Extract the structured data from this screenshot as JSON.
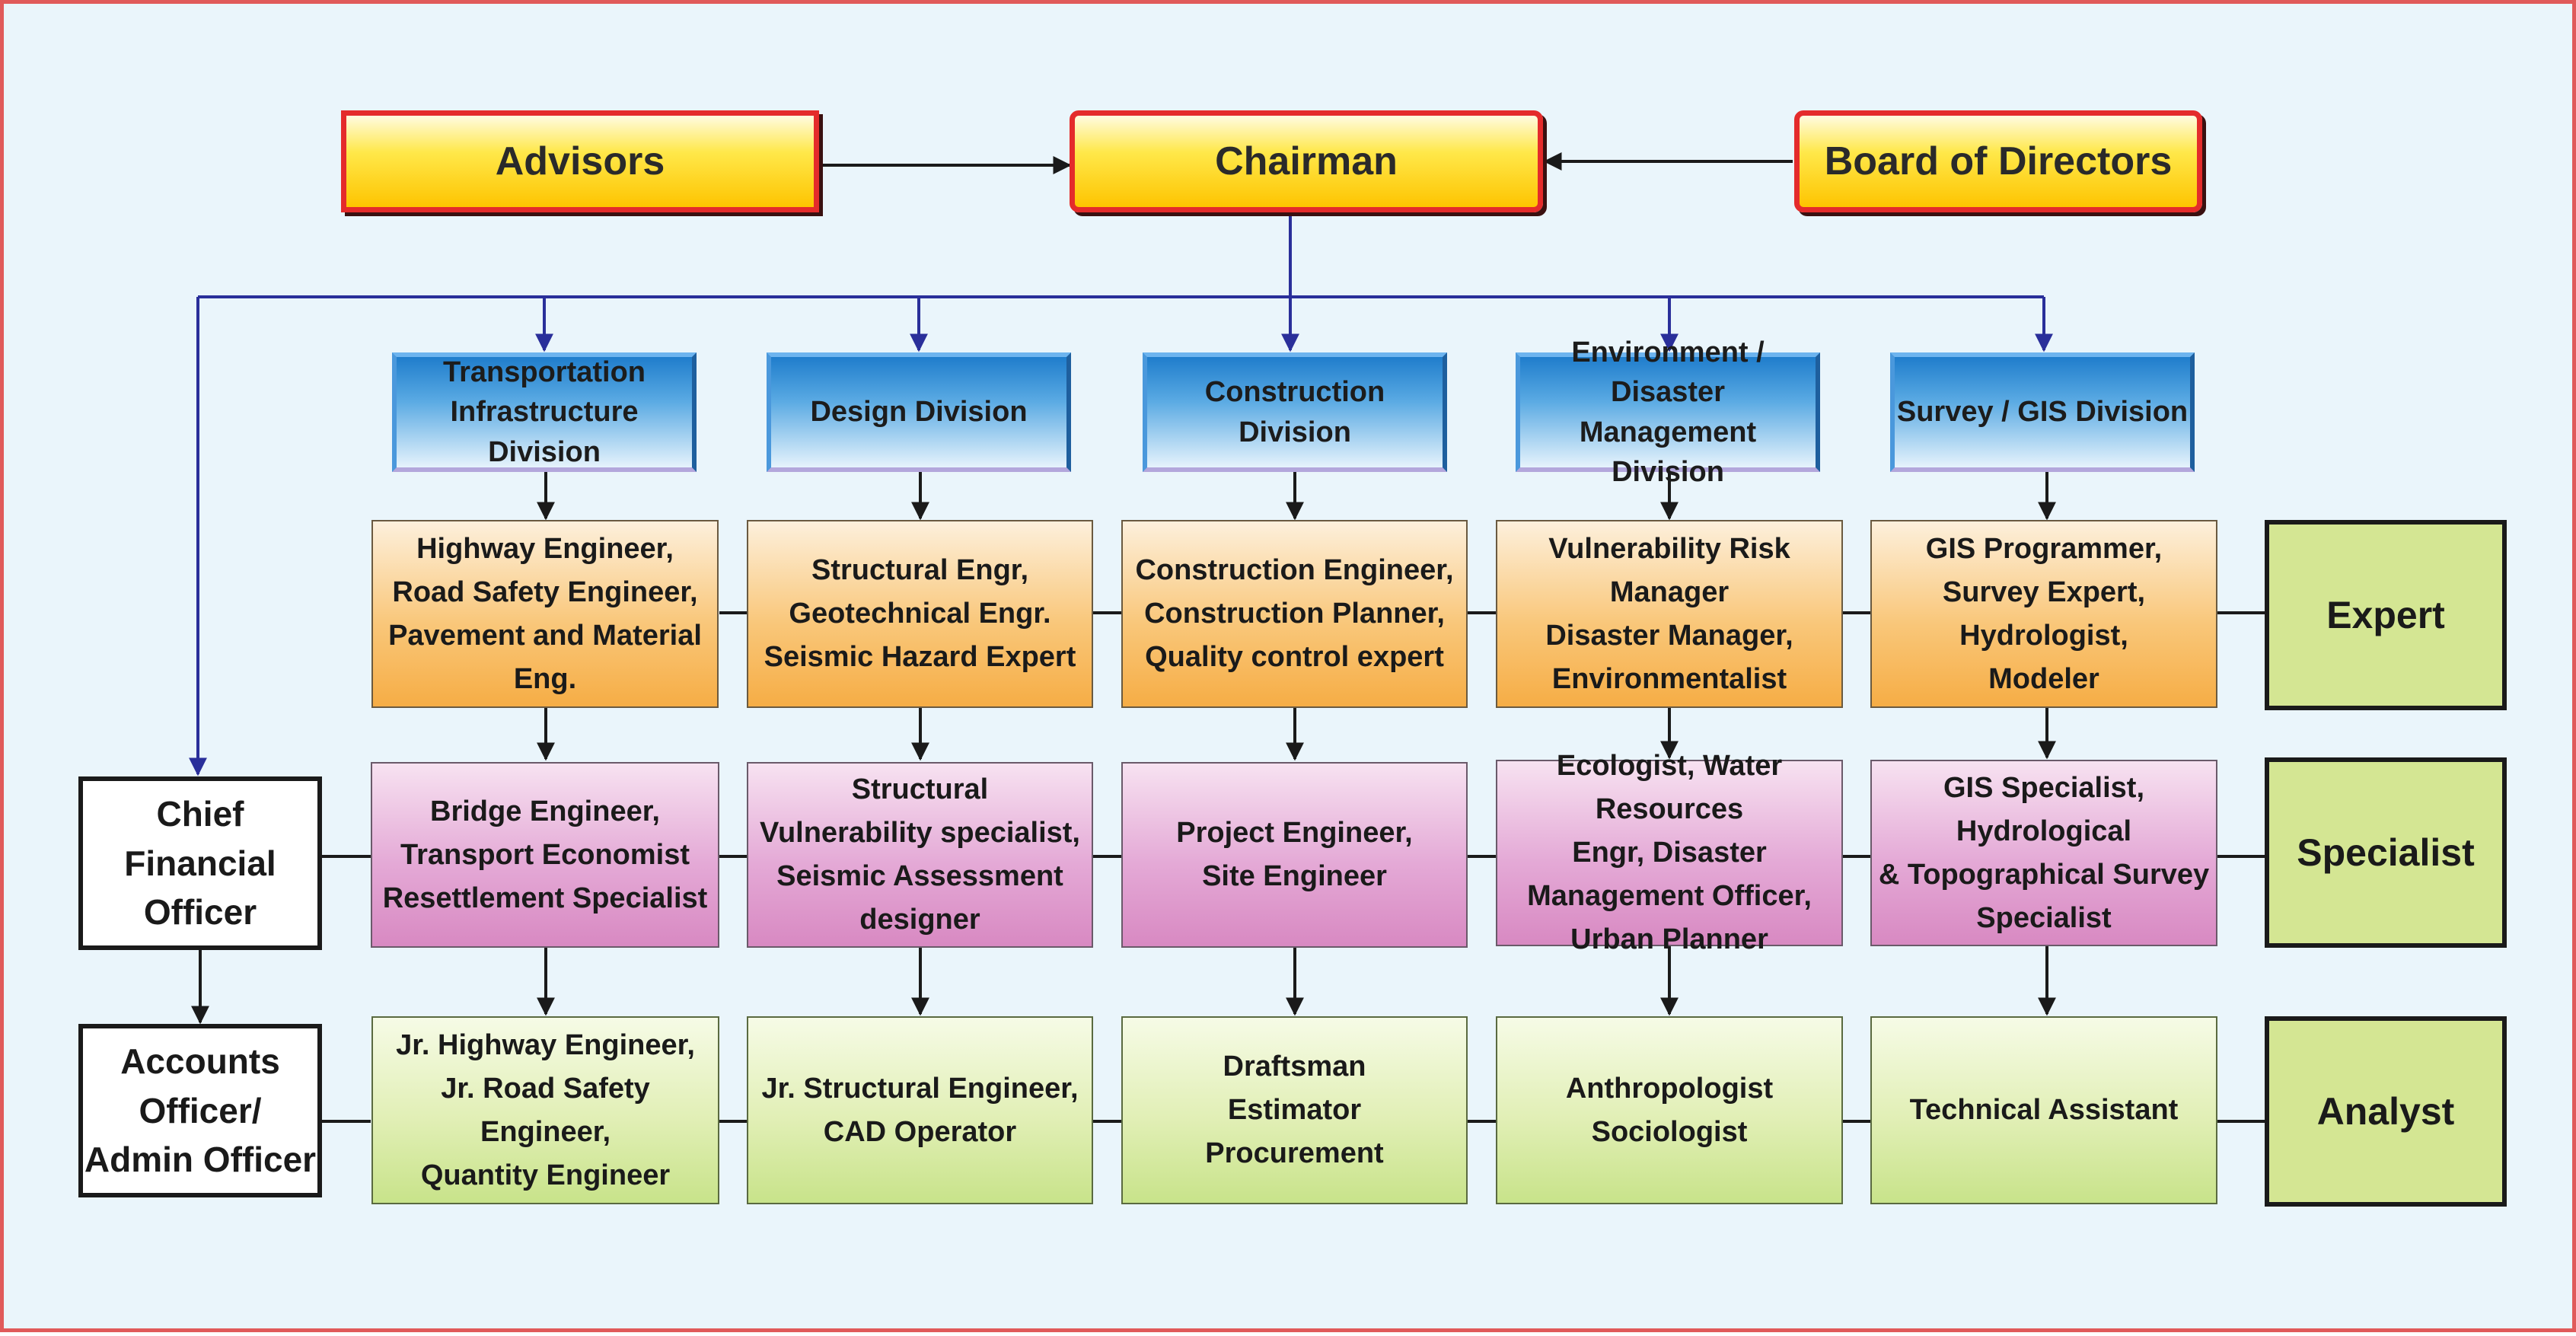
{
  "top": {
    "advisors": "Advisors",
    "chairman": "Chairman",
    "board": "Board of Directors"
  },
  "divisions": [
    {
      "label": "Transportation\nInfrastructure Division",
      "expert": "Highway Engineer,\nRoad Safety Engineer,\nPavement and Material Eng.",
      "specialist": "Bridge Engineer,\nTransport Economist\nResettlement Specialist",
      "analyst": "Jr. Highway Engineer,\nJr. Road Safety Engineer,\nQuantity Engineer"
    },
    {
      "label": "Design Division",
      "expert": "Structural Engr,\nGeotechnical Engr.\nSeismic Hazard Expert",
      "specialist": "Structural\nVulnerability specialist,\nSeismic Assessment\ndesigner",
      "analyst": "Jr. Structural Engineer,\nCAD Operator"
    },
    {
      "label": "Construction Division",
      "expert": "Construction Engineer,\nConstruction Planner,\nQuality control expert",
      "specialist": "Project Engineer,\nSite Engineer",
      "analyst": "Draftsman\nEstimator\nProcurement"
    },
    {
      "label": "Environment / Disaster\nManagement Division",
      "expert": "Vulnerability Risk Manager\nDisaster Manager,\nEnvironmentalist",
      "specialist": "Ecologist, Water Resources\nEngr, Disaster\nManagement Officer,\nUrban Planner",
      "analyst": "Anthropologist\nSociologist"
    },
    {
      "label": "Survey / GIS Division",
      "expert": "GIS Programmer,\nSurvey Expert, Hydrologist,\nModeler",
      "specialist": "GIS Specialist, Hydrological\n& Topographical Survey\nSpecialist",
      "analyst": "Technical Assistant"
    }
  ],
  "levels": {
    "expert": "Expert",
    "specialist": "Specialist",
    "analyst": "Analyst"
  },
  "left": {
    "cfo": "Chief\nFinancial\nOfficer",
    "accounts": "Accounts\nOfficer/\nAdmin Officer"
  },
  "colors": {
    "top_border": "#e42b2b",
    "blue_connector": "#2a2f9a",
    "black_connector": "#1a1a1a",
    "page_border": "#e05a5a"
  }
}
